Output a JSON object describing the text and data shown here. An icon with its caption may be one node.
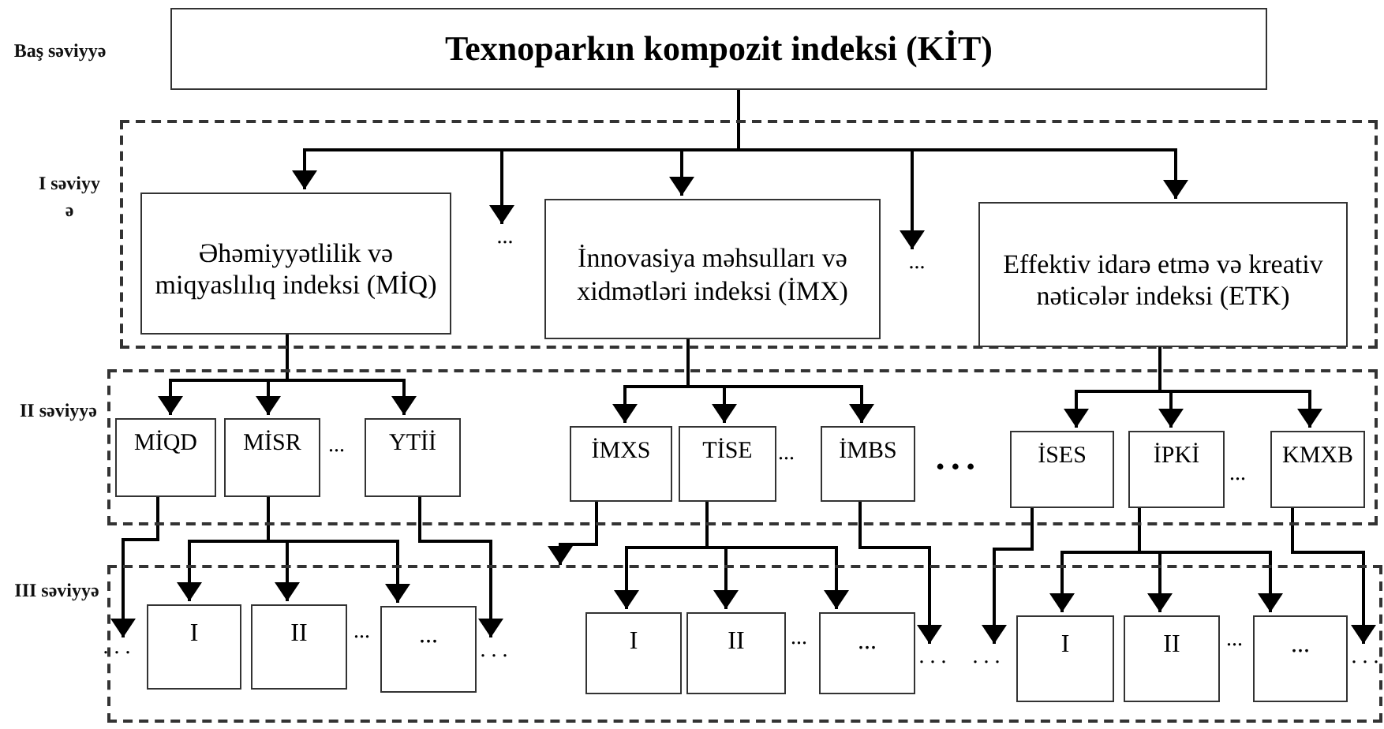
{
  "diagram": {
    "nodes": [
      {
        "text": [
          "Texnoparkın kompozit indeksi (KİT)"
        ],
        "beside": [
          "Baş səviyyə"
        ]
      },
      {
        "text": [
          "I səviyy ə"
        ]
      },
      {
        "text": [
          "Əhəmiyyətlilik və miqyaslılıq indeksi (MİQ)"
        ],
        "in": 1
      },
      {
        "text": [
          "İnnovasiya məhsulları və xidmətləri indeksi (İMX)"
        ],
        "in": 1
      },
      {
        "text": [
          "Effektiv idarə etmə və kreativ nəticələr indeksi (ETK)"
        ],
        "in": 1
      },
      {
        "text": [
          "II səviyyə"
        ]
      },
      {
        "text": [
          "MİQD"
        ],
        "in": 5
      },
      {
        "text": [
          "MİSR"
        ],
        "in": 5
      },
      {
        "text": [
          "YTİİ"
        ],
        "in": 5
      },
      {
        "text": [
          "İMXS"
        ],
        "in": 5
      },
      {
        "text": [
          "TİSE"
        ],
        "in": 5
      },
      {
        "text": [
          "İMBS"
        ],
        "in": 5
      },
      {
        "text": [
          "İSES"
        ],
        "in": 5
      },
      {
        "text": [
          "İPKİ"
        ],
        "in": 5
      },
      {
        "text": [
          "KMXB"
        ],
        "in": 5
      },
      {
        "text": [
          "III səviyyə"
        ]
      },
      {
        "text": [
          "I"
        ],
        "in": 15
      },
      {
        "text": [
          "II"
        ],
        "in": 15
      },
      {
        "text": [
          "..."
        ],
        "in": 15
      },
      {
        "text": [
          "I"
        ],
        "in": 15
      },
      {
        "text": [
          "II"
        ],
        "in": 15
      },
      {
        "text": [
          "..."
        ],
        "in": 15
      },
      {
        "text": [
          "I"
        ],
        "in": 15
      },
      {
        "text": [
          "II"
        ],
        "in": 15
      },
      {
        "text": [
          "..."
        ],
        "in": 15
      },
      {
        "text": [
          "..."
        ],
        "in": 1
      },
      {
        "text": [
          "..."
        ],
        "in": 1
      },
      {
        "text": [
          ". . ."
        ]
      },
      {
        "text": [
          ". . ."
        ],
        "in": 15
      },
      {
        "text": [
          ". . ."
        ],
        "in": 15
      },
      {
        "text": [
          ". . ."
        ],
        "in": 15
      },
      {
        "text": [
          ". . ."
        ],
        "in": 15
      }
    ],
    "edges": [
      {
        "from": 0,
        "to": 2,
        "arrow": "to"
      },
      {
        "from": 0,
        "to": 25,
        "arrow": "to"
      },
      {
        "from": 0,
        "to": 3,
        "arrow": "to"
      },
      {
        "from": 0,
        "to": 26,
        "arrow": "to"
      },
      {
        "from": 0,
        "to": 4,
        "arrow": "to"
      },
      {
        "from": 2,
        "to": 6,
        "arrow": "to"
      },
      {
        "from": 2,
        "to": 7,
        "arrow": "to"
      },
      {
        "from": 2,
        "to": 8,
        "arrow": "to"
      },
      {
        "from": 3,
        "to": 9,
        "arrow": "to"
      },
      {
        "from": 3,
        "to": 10,
        "arrow": "to"
      },
      {
        "from": 3,
        "to": 11,
        "arrow": "to"
      },
      {
        "from": 4,
        "to": 12,
        "arrow": "to"
      },
      {
        "from": 4,
        "to": 13,
        "arrow": "to"
      },
      {
        "from": 4,
        "to": 14,
        "arrow": "to"
      },
      {
        "from": 6,
        "to": 27,
        "arrow": "to"
      },
      {
        "from": 7,
        "to": 16,
        "arrow": "to"
      },
      {
        "from": 7,
        "to": 17,
        "arrow": "to"
      },
      {
        "from": 7,
        "to": 18,
        "arrow": "to"
      },
      {
        "from": 8,
        "to": 28,
        "arrow": "to"
      },
      {
        "from": 9,
        "to": 15,
        "arrow": "to"
      },
      {
        "from": 10,
        "to": 19,
        "arrow": "to"
      },
      {
        "from": 10,
        "to": 20,
        "arrow": "to"
      },
      {
        "from": 10,
        "to": 21,
        "arrow": "to"
      },
      {
        "from": 11,
        "to": 29,
        "arrow": "to"
      },
      {
        "from": 12,
        "to": 30,
        "arrow": "to"
      },
      {
        "from": 13,
        "to": 22,
        "arrow": "to"
      },
      {
        "from": 13,
        "to": 23,
        "arrow": "to"
      },
      {
        "from": 13,
        "to": 24,
        "arrow": "to"
      },
      {
        "from": 14,
        "to": 31,
        "arrow": "to"
      }
    ],
    "labels": [
      "...",
      "...",
      "• • •",
      "...",
      "...",
      "...",
      "..."
    ]
  }
}
